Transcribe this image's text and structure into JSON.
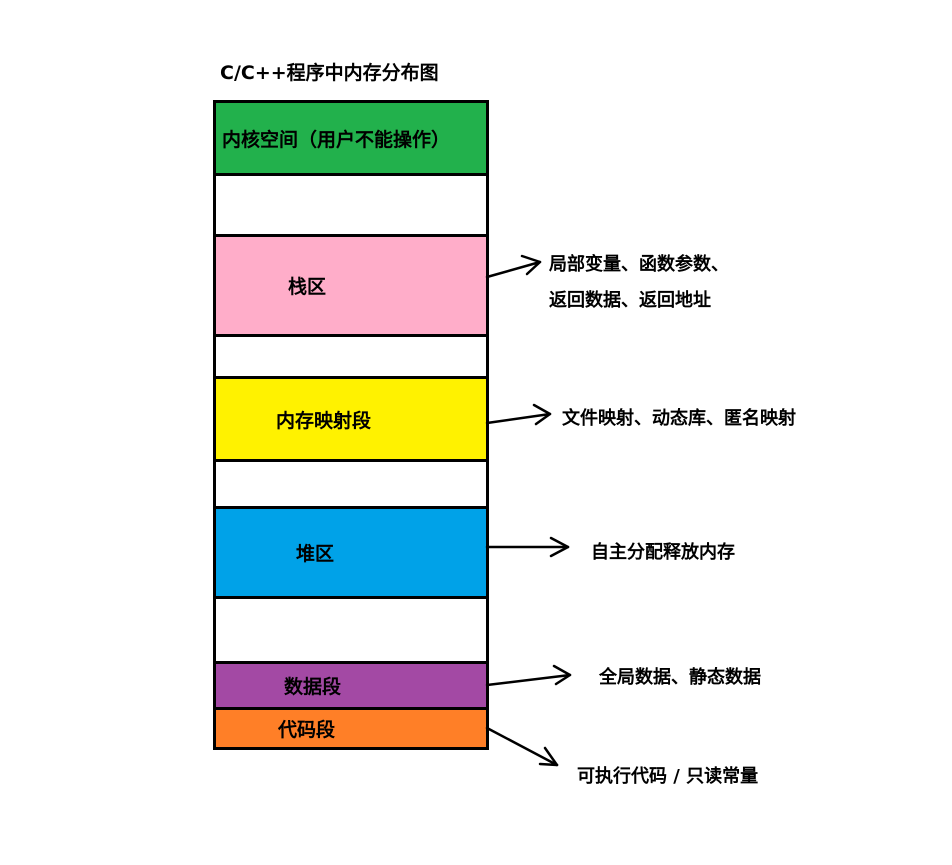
{
  "title": "C/C++程序中内存分布图",
  "segments": {
    "kernel": "内核空间（用户不能操作）",
    "stack": "栈区",
    "mmap": "内存映射段",
    "heap": "堆区",
    "data": "数据段",
    "code": "代码段"
  },
  "annotations": {
    "stack_line1": "局部变量、函数参数、",
    "stack_line2": "返回数据、返回地址",
    "mmap": "文件映射、动态库、匿名映射",
    "heap": "自主分配释放内存",
    "data": "全局数据、静态数据",
    "code": "可执行代码 / 只读常量"
  },
  "colors": {
    "kernel": "#22b14c",
    "stack": "#ffadc9",
    "mmap": "#fff200",
    "heap": "#00a2e8",
    "data": "#a349a4",
    "code": "#ff7f27"
  }
}
